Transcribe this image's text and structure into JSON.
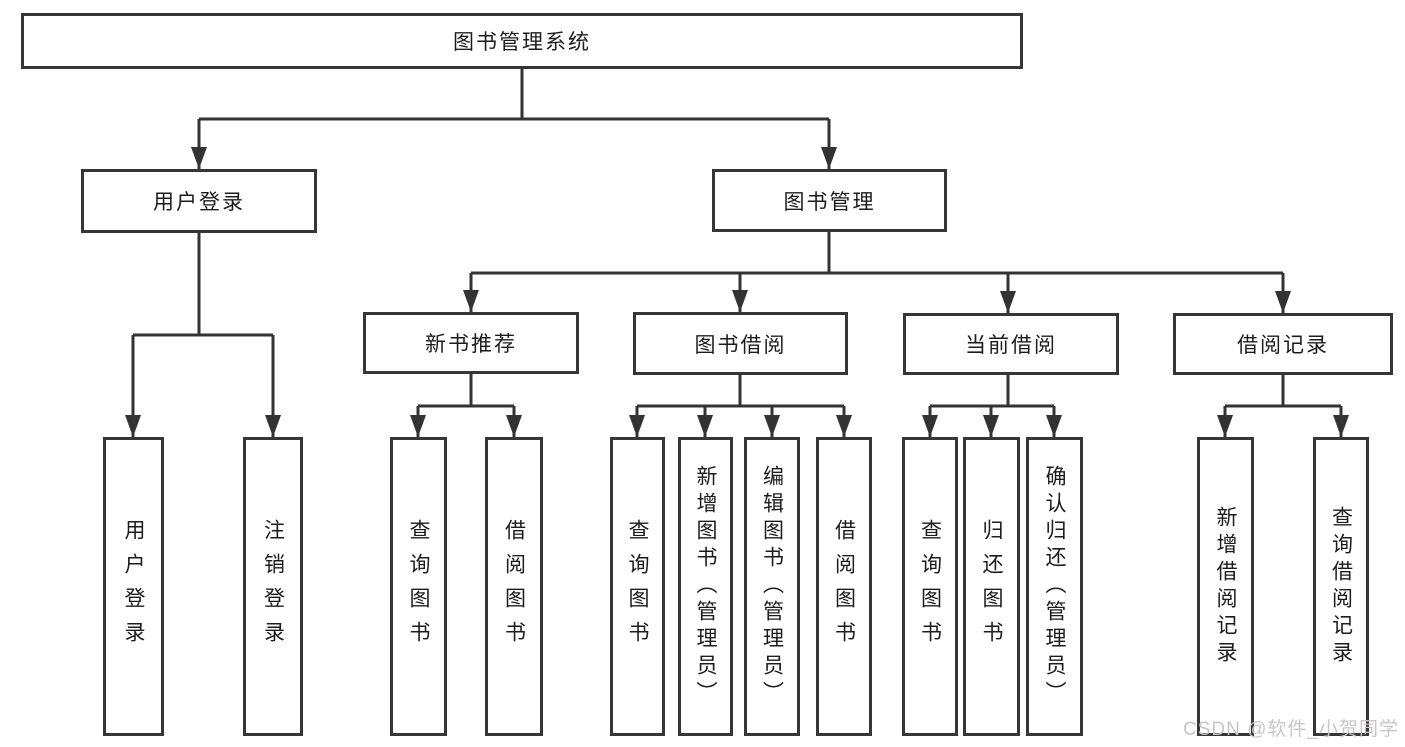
{
  "diagram": {
    "title": "图书管理系统",
    "tree": {
      "root": {
        "label": "图书管理系统"
      },
      "children": [
        {
          "label": "用户登录",
          "children": [
            {
              "label": "用户登录"
            },
            {
              "label": "注销登录"
            }
          ]
        },
        {
          "label": "图书管理",
          "children": [
            {
              "label": "新书推荐",
              "children": [
                {
                  "label": "查询图书"
                },
                {
                  "label": "借阅图书"
                }
              ]
            },
            {
              "label": "图书借阅",
              "children": [
                {
                  "label": "查询图书"
                },
                {
                  "label": "新增图书（管理员）"
                },
                {
                  "label": "编辑图书（管理员）"
                },
                {
                  "label": "借阅图书"
                }
              ]
            },
            {
              "label": "当前借阅",
              "children": [
                {
                  "label": "查询图书"
                },
                {
                  "label": "归还图书"
                },
                {
                  "label": "确认归还（管理员）"
                }
              ]
            },
            {
              "label": "借阅记录",
              "children": [
                {
                  "label": "新增借阅记录"
                },
                {
                  "label": "查询借阅记录"
                }
              ]
            }
          ]
        }
      ]
    },
    "watermark": "CSDN @软件_小贺同学",
    "colors": {
      "line": "#333333",
      "box_border": "#363636",
      "text": "#1c1c1c",
      "background": "#ffffff",
      "watermark": "#c9c5c6"
    }
  }
}
